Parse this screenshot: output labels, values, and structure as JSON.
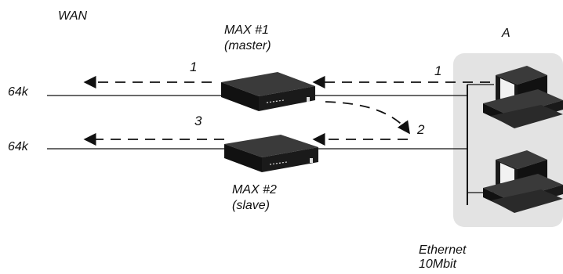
{
  "labels": {
    "wan": "WAN",
    "max1_line1": "MAX #1",
    "max1_line2": "(master)",
    "max2_line1": "MAX #2",
    "max2_line2": "(slave)",
    "site_a": "A",
    "line_top_speed": "64k",
    "line_bottom_speed": "64k",
    "step_1_left": "1",
    "step_1_right": "1",
    "step_2": "2",
    "step_3": "3",
    "ethernet_line1": "Ethernet",
    "ethernet_line2": "10Mbit"
  },
  "colors": {
    "line": "#111111",
    "router_body": "#1a1a1a",
    "router_top": "#3a3a3a",
    "lan_panel": "#e3e3e3",
    "pc_light": "#f2f2f2"
  },
  "icons": [
    "router-icon",
    "computer-icon",
    "arrow-icon"
  ]
}
